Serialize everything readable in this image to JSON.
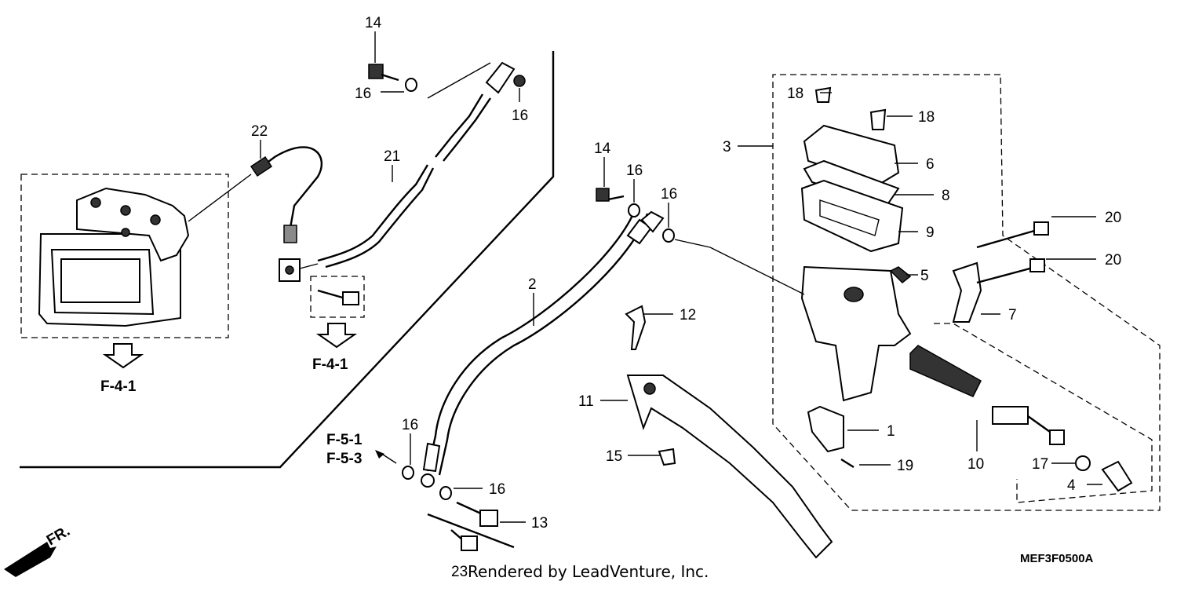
{
  "diagram": {
    "callouts": {
      "c1": "1",
      "c2": "2",
      "c3": "3",
      "c4": "4",
      "c5": "5",
      "c6": "6",
      "c7": "7",
      "c8": "8",
      "c9": "9",
      "c10": "10",
      "c11": "11",
      "c12": "12",
      "c13": "13",
      "c14a": "14",
      "c14b": "14",
      "c15": "15",
      "c16a": "16",
      "c16b": "16",
      "c16c": "16",
      "c16d": "16",
      "c16e": "16",
      "c16f": "16",
      "c17": "17",
      "c18a": "18",
      "c18b": "18",
      "c19": "19",
      "c20a": "20",
      "c20b": "20",
      "c21": "21",
      "c22": "22",
      "c23": "23"
    },
    "references": {
      "abs_ref": "F-4-1",
      "bolt_ref": "F-4-1",
      "ref_f51": "F-5-1",
      "ref_f53": "F-5-3"
    },
    "direction_label": "FR.",
    "diagram_code": "MEF3F0500A",
    "credit": "Rendered by LeadVenture, Inc."
  }
}
